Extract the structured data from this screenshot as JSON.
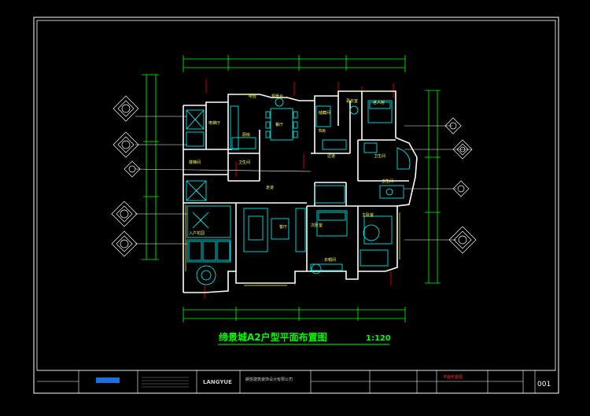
{
  "drawing": {
    "title": "缔景城A2户型平面布置图",
    "scale": "1:120",
    "sheet_number": "001",
    "company_logo": "LANGYUE",
    "company_name": "朗悦建筑装饰设计有限公司",
    "drawing_name_red": "平面布置图"
  },
  "rooms": [
    {
      "key": "elevator_hall",
      "label": "电梯厅"
    },
    {
      "key": "kitchen",
      "label": "厨房"
    },
    {
      "key": "dining",
      "label": "餐厅"
    },
    {
      "key": "balcony_top",
      "label": "观景台"
    },
    {
      "key": "study",
      "label": "书房"
    },
    {
      "key": "master_bed",
      "label": "老人房"
    },
    {
      "key": "bath1",
      "label": "卫生间"
    },
    {
      "key": "bath2",
      "label": "卫生间"
    },
    {
      "key": "bath3",
      "label": "卫生间"
    },
    {
      "key": "living",
      "label": "客厅"
    },
    {
      "key": "entry",
      "label": "入户花园"
    },
    {
      "key": "bed2",
      "label": "次卧室"
    },
    {
      "key": "master",
      "label": "主卧室"
    },
    {
      "key": "cloak",
      "label": "衣帽间"
    },
    {
      "key": "corridor",
      "label": "走道"
    },
    {
      "key": "lift",
      "label": "楼梯间"
    },
    {
      "key": "storage",
      "label": "储藏间"
    },
    {
      "key": "walk",
      "label": "过道"
    },
    {
      "key": "dress",
      "label": "更衣室"
    },
    {
      "key": "bar",
      "label": "吧台"
    }
  ],
  "colors": {
    "wall": "#ffffff",
    "furniture": "#00ffff",
    "dim": "#00ff00",
    "axis": "#ff0000",
    "title": "#00ff00",
    "frame": "#ffffff",
    "label": "#ffff00"
  }
}
